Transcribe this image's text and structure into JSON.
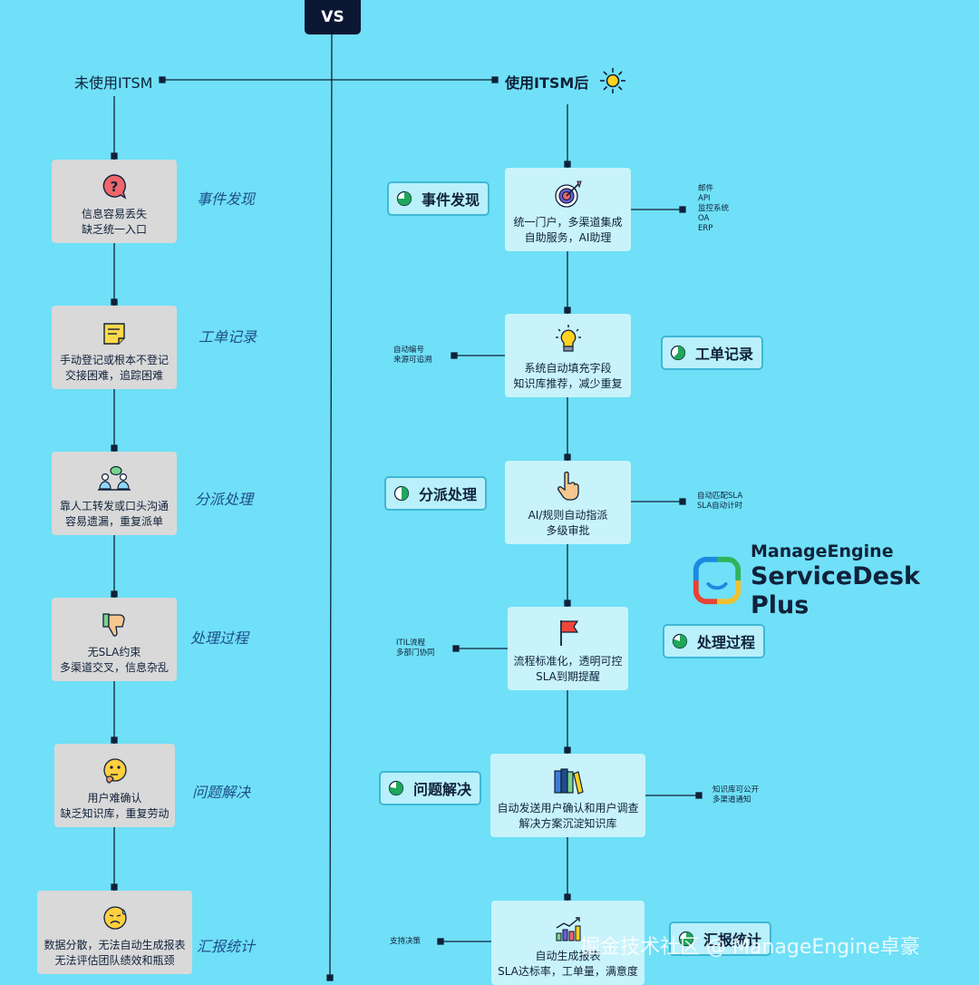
{
  "vs_label": "VS",
  "left_header": "未使用ITSM",
  "right_header": "使用ITSM后",
  "left_steps": [
    {
      "label": "事件发现",
      "lines": [
        "信息容易丢失",
        "缺乏统一入口"
      ],
      "icon": "question-bubble-icon"
    },
    {
      "label": "工单记录",
      "lines": [
        "手动登记或根本不登记",
        "交接困难，追踪困难"
      ],
      "icon": "sticky-note-icon"
    },
    {
      "label": "分派处理",
      "lines": [
        "靠人工转发或口头沟通",
        "容易遗漏，重复派单"
      ],
      "icon": "people-talking-icon"
    },
    {
      "label": "处理过程",
      "lines": [
        "无SLA约束",
        "多渠道交叉，信息杂乱"
      ],
      "icon": "thumbs-down-icon"
    },
    {
      "label": "问题解决",
      "lines": [
        "用户难确认",
        "缺乏知识库，重复劳动"
      ],
      "icon": "thinking-face-icon"
    },
    {
      "label": "汇报统计",
      "lines": [
        "数据分散，无法自动生成报表",
        "无法评估团队绩效和瓶颈"
      ],
      "icon": "sweating-face-icon"
    }
  ],
  "right_steps": [
    {
      "tag": "事件发现",
      "lines": [
        "统一门户，多渠道集成",
        "自助服务，AI助理"
      ],
      "icon": "target-icon",
      "note": [
        "邮件",
        "API",
        "监控系统",
        "OA",
        "ERP"
      ]
    },
    {
      "tag": "工单记录",
      "lines": [
        "系统自动填充字段",
        "知识库推荐，减少重复"
      ],
      "icon": "lightbulb-icon",
      "note": [
        "自动编号",
        "来源可追溯"
      ]
    },
    {
      "tag": "分派处理",
      "lines": [
        "AI/规则自动指派",
        "多级审批"
      ],
      "icon": "pointing-hand-icon",
      "note": [
        "自动匹配SLA",
        "SLA自动计时"
      ]
    },
    {
      "tag": "处理过程",
      "lines": [
        "流程标准化，透明可控",
        "SLA到期提醒"
      ],
      "icon": "red-flag-icon",
      "note": [
        "ITIL流程",
        "多部门协同"
      ]
    },
    {
      "tag": "问题解决",
      "lines": [
        "自动发送用户确认和用户调查",
        "解决方案沉淀知识库"
      ],
      "icon": "books-icon",
      "note": [
        "知识库可公开",
        "多渠道通知"
      ]
    },
    {
      "tag": "汇报统计",
      "lines": [
        "自动生成报表",
        "SLA达标率，工单量，满意度"
      ],
      "icon": "bar-chart-icon",
      "note": [
        "支持决策"
      ]
    }
  ],
  "logo": {
    "brand": "ManageEngine",
    "product": "ServiceDesk Plus"
  },
  "watermark": "掘金技术社区 @ ManageEngine卓豪",
  "colors": {
    "background": "#6fe0f7",
    "line": "#10213a",
    "gray_box": "#d9d9d9",
    "blue_box": "#c8f3fb",
    "tag_border": "#3fb8d6",
    "pie": "#1fa75a"
  }
}
